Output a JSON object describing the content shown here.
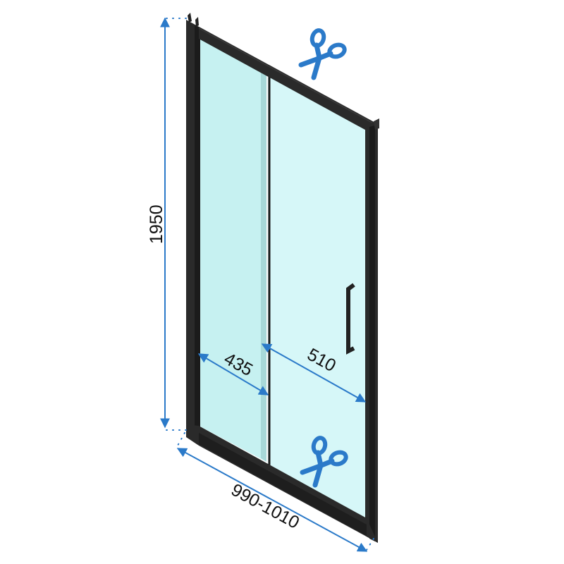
{
  "diagram": {
    "subject": "Sliding shower door (isometric view) with dimensions",
    "colors": {
      "frame": "#2a2a2a",
      "frame_edge": "#151515",
      "glass_fixed": "#c6f1f1",
      "glass_door": "#d6f7f8",
      "divider_strip": "#a8d9d9",
      "dimension": "#2b7ac9",
      "text": "#111111",
      "background": "#ffffff"
    },
    "dimensions": {
      "height": "1950",
      "width_range": "990-1010",
      "fixed_panel": "435",
      "door_panel": "510"
    },
    "icons": {
      "top": "scissors-icon",
      "bottom": "scissors-icon"
    }
  }
}
